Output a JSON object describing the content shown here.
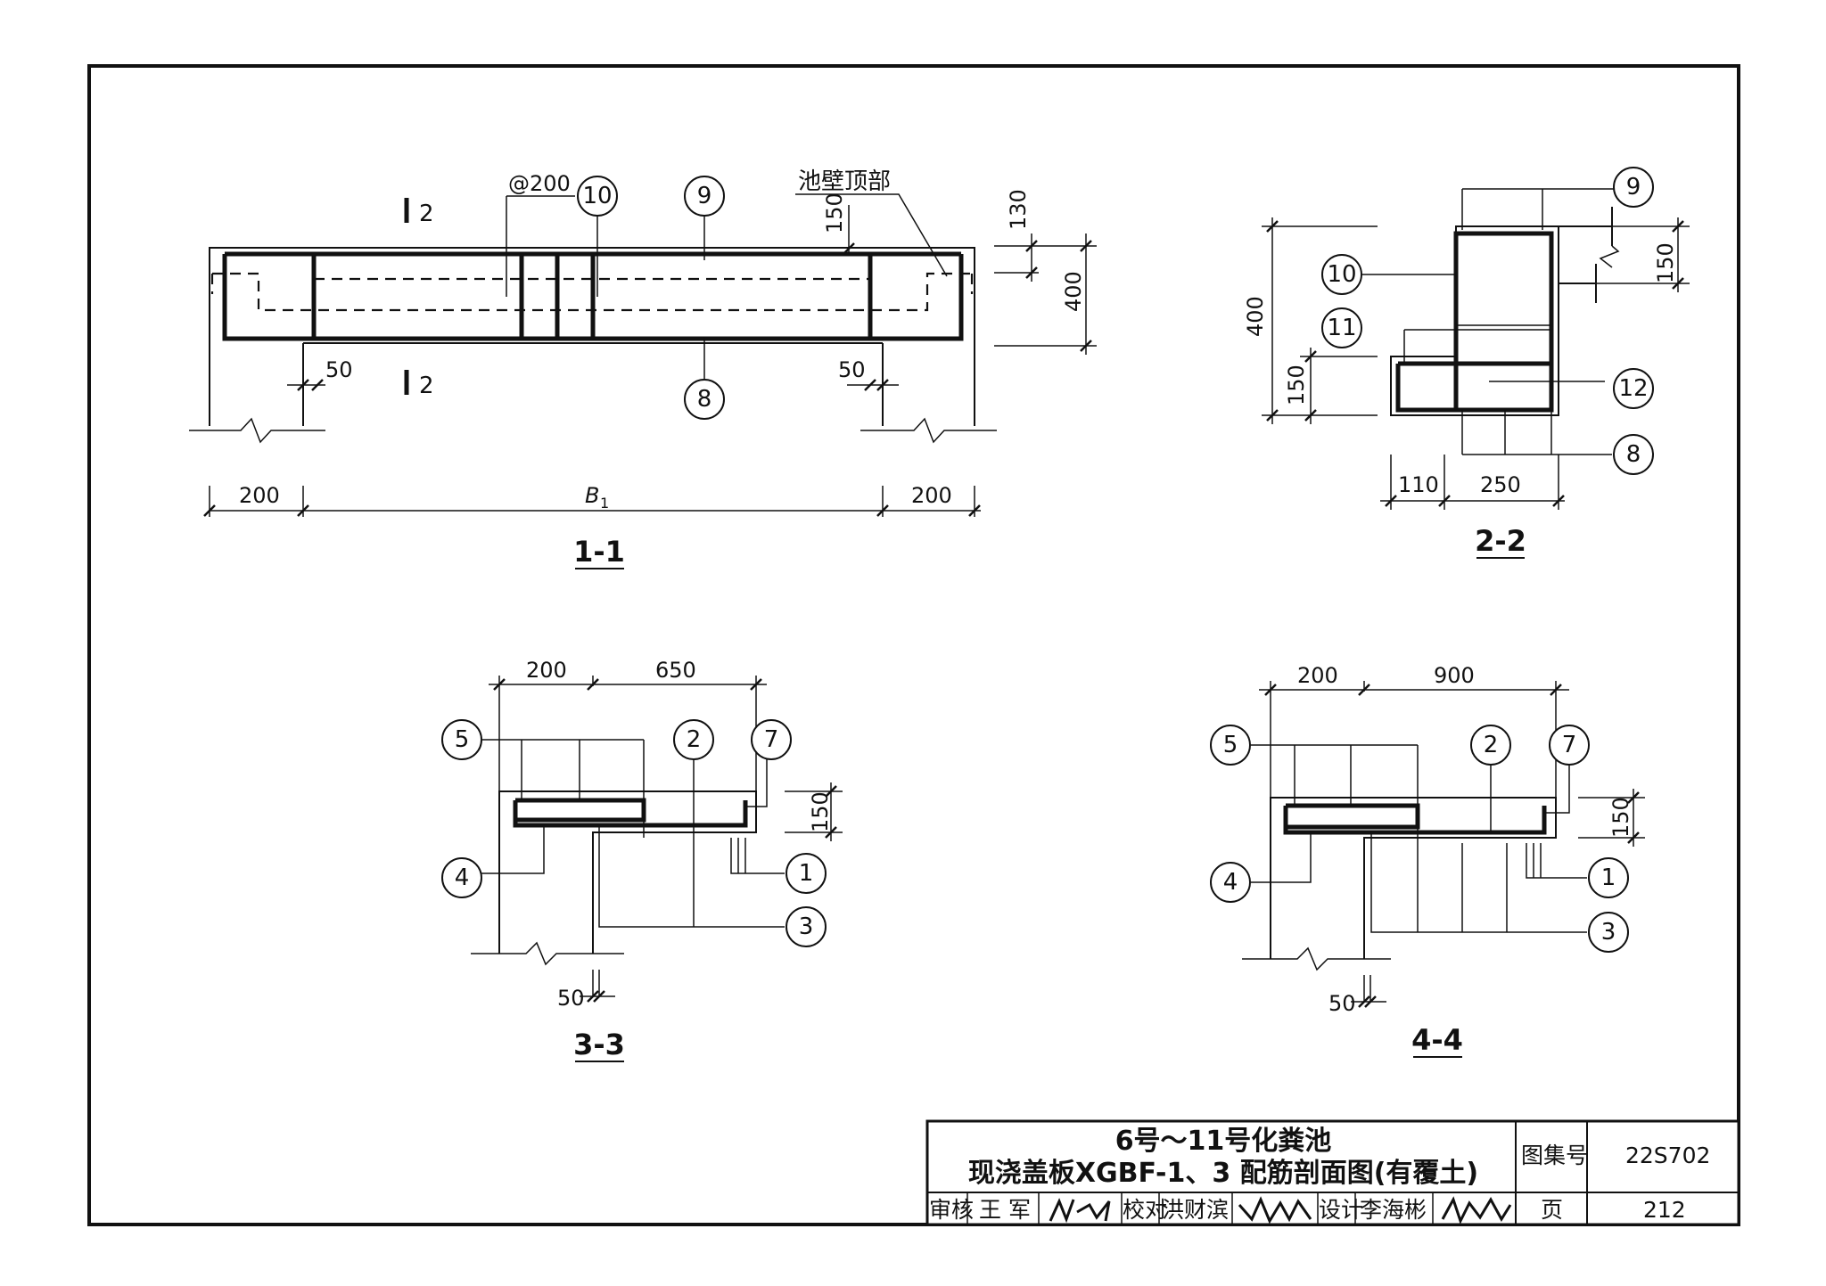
{
  "views": {
    "s11": {
      "title": "1-1",
      "dims": {
        "d200a": "200",
        "d200b": "200",
        "b1": "B",
        "b1sub": "1",
        "d50a": "50",
        "d50b": "50",
        "d130": "130",
        "d400": "400",
        "d150": "150"
      },
      "spacing": "@200",
      "wall_top": "池壁顶部",
      "cut": "2",
      "callouts": [
        "10",
        "9",
        "8"
      ]
    },
    "s22": {
      "title": "2-2",
      "dims": {
        "d400": "400",
        "d150a": "150",
        "d150b": "150",
        "d110": "110",
        "d250": "250"
      },
      "callouts": [
        "9",
        "10",
        "11",
        "12",
        "8"
      ]
    },
    "s33": {
      "title": "3-3",
      "dims": {
        "d200": "200",
        "d650": "650",
        "d150": "150",
        "d50": "50"
      },
      "callouts": [
        "5",
        "2",
        "7",
        "4",
        "1",
        "3"
      ]
    },
    "s44": {
      "title": "4-4",
      "dims": {
        "d200": "200",
        "d900": "900",
        "d150": "150",
        "d50": "50"
      },
      "callouts": [
        "5",
        "2",
        "7",
        "4",
        "1",
        "3"
      ]
    }
  },
  "title_block": {
    "title_line1": "6号～11号化粪池",
    "title_line2": "现浇盖板XGBF-1、3 配筋剖面图(有覆土)",
    "atlas_label": "图集号",
    "atlas_no": "22S702",
    "page_label": "页",
    "page_no": "212",
    "review_label": "审核",
    "reviewer": "王 军",
    "check_label": "校对",
    "checker": "洪财滨",
    "design_label": "设计",
    "designer": "李海彬"
  }
}
